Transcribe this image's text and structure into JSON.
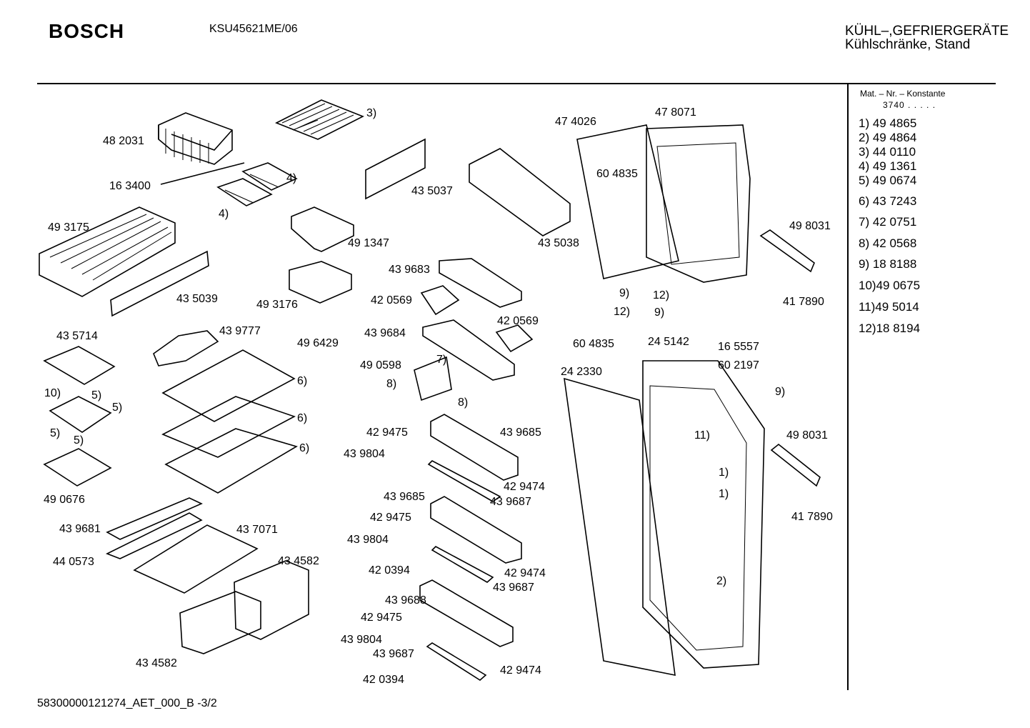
{
  "header": {
    "brand": "BOSCH",
    "model": "KSU45621ME/06",
    "category_line1": "KÜHL–,GEFRIERGERÄTE",
    "category_line2": "Kühlschränke, Stand"
  },
  "material_table": {
    "heading": "Mat. – Nr. – Konstante",
    "constant": "3740 . . . . .",
    "items": [
      "1) 49 4865",
      "2) 49 4864",
      "3) 44 0110",
      "4) 49 1361",
      "5) 49 0674",
      "6) 43 7243",
      "7) 42 0751",
      "8) 42 0568",
      "9) 18 8188",
      "10)49 0675",
      "11)49 5014",
      "12)18 8194"
    ]
  },
  "part_labels": {
    "p482031": "48 2031",
    "p163400": "16 3400",
    "p493175": "49 3175",
    "p435039": "43 5039",
    "p435714": "43 5714",
    "p439777": "43 9777",
    "p490676": "49 0676",
    "p439681": "43 9681",
    "p440573": "44 0573",
    "p437071": "43 7071",
    "p434582a": "43 4582",
    "p434582b": "43 4582",
    "p491347": "49 1347",
    "p493176": "49 3176",
    "p496429": "49 6429",
    "p435037": "43 5037",
    "p435038": "43 5038",
    "p439683": "43 9683",
    "p420569a": "42 0569",
    "p420569b": "42 0569",
    "p439684": "43 9684",
    "p490598": "49 0598",
    "p429475a": "42 9475",
    "p439685a": "43 9685",
    "p439804a": "43 9804",
    "p429474a": "42 9474",
    "p439687a": "43 9687",
    "p439685b": "43 9685",
    "p429475b": "42 9475",
    "p439804b": "43 9804",
    "p420394a": "42 0394",
    "p429474b": "42 9474",
    "p439687b": "43 9687",
    "p439688": "43 9688",
    "p429475c": "42 9475",
    "p439804c": "43 9804",
    "p439687c": "43 9687",
    "p420394b": "42 0394",
    "p429474c": "42 9474",
    "p474026": "47 4026",
    "p478071": "47 8071",
    "p604835a": "60 4835",
    "p498031a": "49 8031",
    "p417890a": "41 7890",
    "p604835b": "60 4835",
    "p245142": "24 5142",
    "p165557": "16 5557",
    "p602197": "60 2197",
    "p242330": "24 2330",
    "p498031b": "49 8031",
    "p417890b": "41 7890"
  },
  "callouts": {
    "c3": "3)",
    "c4a": "4)",
    "c4b": "4)",
    "c10": "10)",
    "c5a": "5)",
    "c5b": "5)",
    "c5c": "5)",
    "c5d": "5)",
    "c6a": "6)",
    "c6b": "6)",
    "c6c": "6)",
    "c7": "7)",
    "c8a": "8)",
    "c8b": "8)",
    "c9a": "9)",
    "c12a": "12)",
    "c12b": "12)",
    "c9b": "9)",
    "c9c": "9)",
    "c11": "11)",
    "c1a": "1)",
    "c1b": "1)",
    "c2": "2)"
  },
  "footer": {
    "doc_id": "58300000121274_AET_000_B -3/2"
  }
}
